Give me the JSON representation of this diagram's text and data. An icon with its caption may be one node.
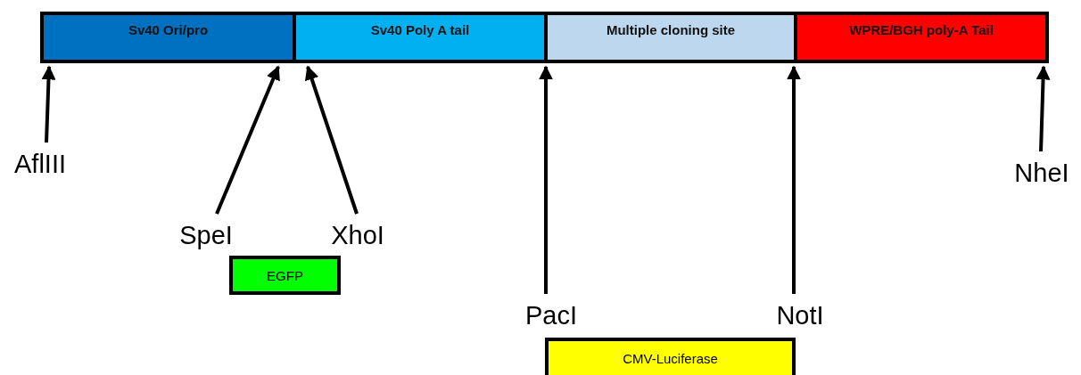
{
  "diagram": {
    "nodes": [
      {
        "text": [
          "Sv40 Ori/pro"
        ]
      },
      {
        "text": [
          "Sv40 Poly A tail"
        ]
      },
      {
        "text": [
          "Multiple cloning site"
        ]
      },
      {
        "text": [
          "WPRE/BGH poly-A Tail"
        ]
      },
      {
        "text": [
          "AflIII"
        ]
      },
      {
        "text": [
          "SpeI"
        ]
      },
      {
        "text": [
          "XhoI"
        ]
      },
      {
        "text": [
          "PacI"
        ]
      },
      {
        "text": [
          "NotI"
        ]
      },
      {
        "text": [
          "NheI"
        ]
      },
      {
        "text": [
          "EGFP"
        ]
      },
      {
        "text": [
          "CMV-Luciferase"
        ]
      }
    ],
    "edges": [
      {
        "from": 4,
        "to": 0,
        "arrow": "to"
      },
      {
        "from": 5,
        "to": 0,
        "arrow": "to"
      },
      {
        "from": 6,
        "to": 1,
        "arrow": "to"
      },
      {
        "from": 7,
        "to": 2,
        "arrow": "to"
      },
      {
        "from": 8,
        "to": 2,
        "arrow": "to"
      },
      {
        "from": 9,
        "to": 3,
        "arrow": "to"
      }
    ]
  }
}
